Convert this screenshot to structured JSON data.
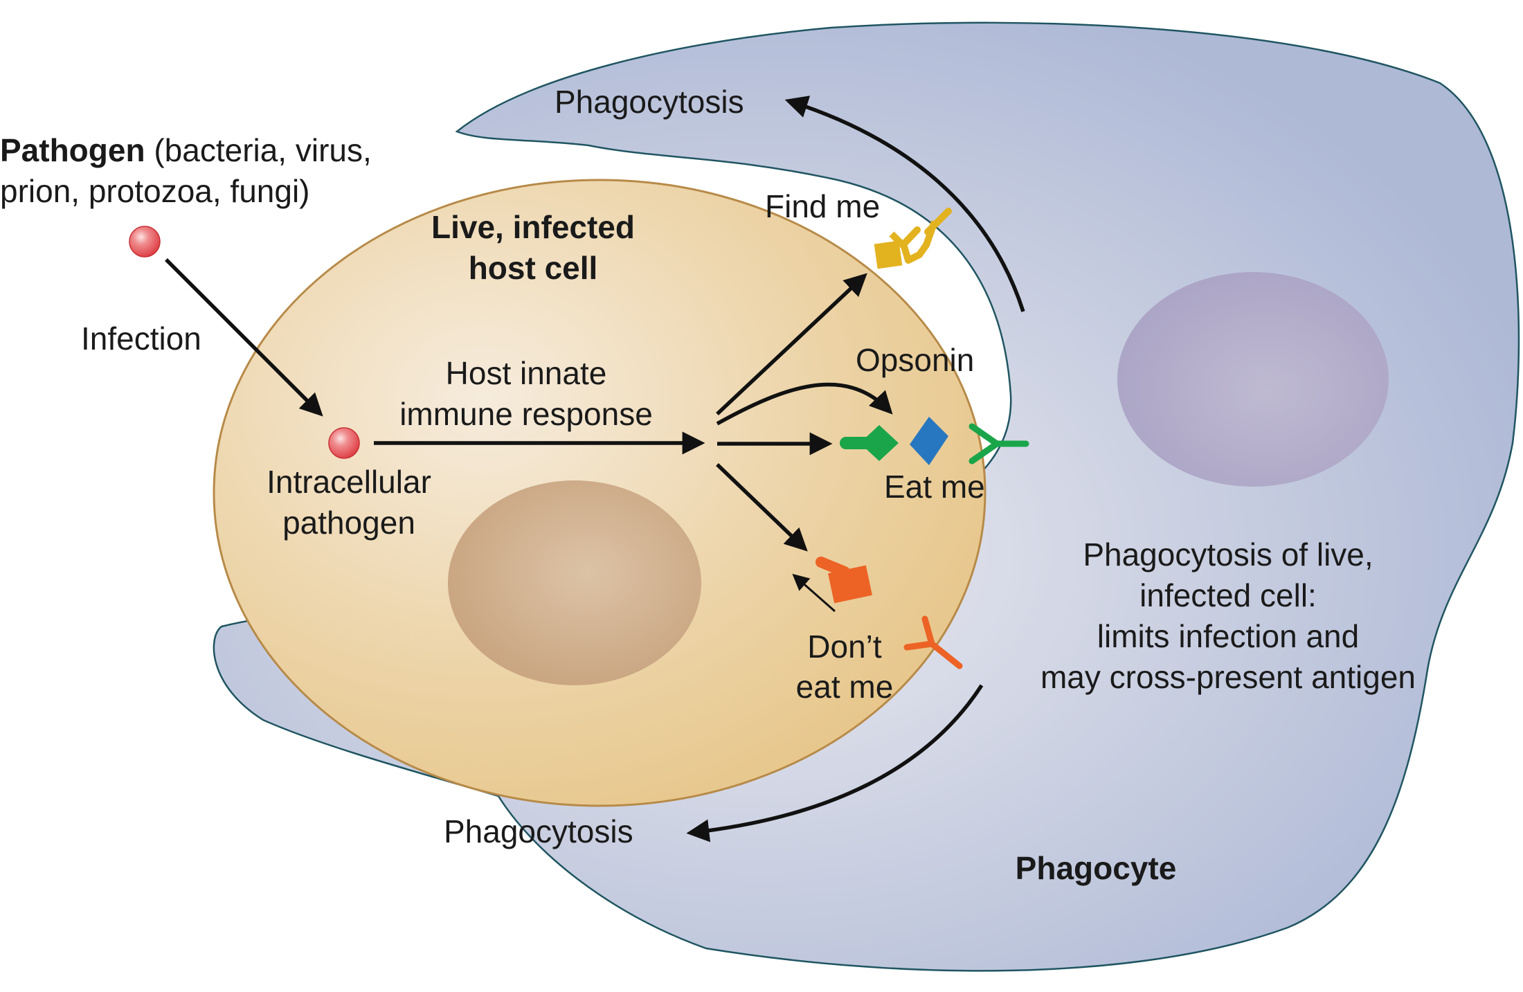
{
  "labels": {
    "pathogen_title": "Pathogen",
    "pathogen_types_1": " (bacteria, virus,",
    "pathogen_types_2": "prion, protozoa, fungi)",
    "infection": "Infection",
    "host_cell_1": "Live, infected",
    "host_cell_2": "host cell",
    "intracellular_1": "Intracellular",
    "intracellular_2": "pathogen",
    "innate_1": "Host innate",
    "innate_2": "immune response",
    "find_me": "Find me",
    "opsonin": "Opsonin",
    "eat_me": "Eat me",
    "dont_eat_me_1": "Don’t",
    "dont_eat_me_2": "eat me",
    "phagocytosis_top": "Phagocytosis",
    "phagocytosis_bottom": "Phagocytosis",
    "result_1": "Phagocytosis of live,",
    "result_2": "infected cell:",
    "result_3": "limits infection and",
    "result_4": "may cross-present antigen",
    "phagocyte": "Phagocyte"
  },
  "colors": {
    "phagocyte_fill": "#aeb9d6",
    "phagocyte_center": "#eaeaf0",
    "phagocyte_outline": "#1f5561",
    "host_cell_fill": "#e8c98f",
    "host_cell_center": "#f6ecdd",
    "host_cell_outline": "#b78a48",
    "host_nucleus": "#c7a17c",
    "phagocyte_nucleus": "#a9a2c4",
    "pathogen": "#e8474d",
    "find_me_signal": "#e3b21f",
    "eat_me_signal": "#1aa54a",
    "opsonin": "#2777c0",
    "dont_eat_me_signal": "#ec6325"
  }
}
